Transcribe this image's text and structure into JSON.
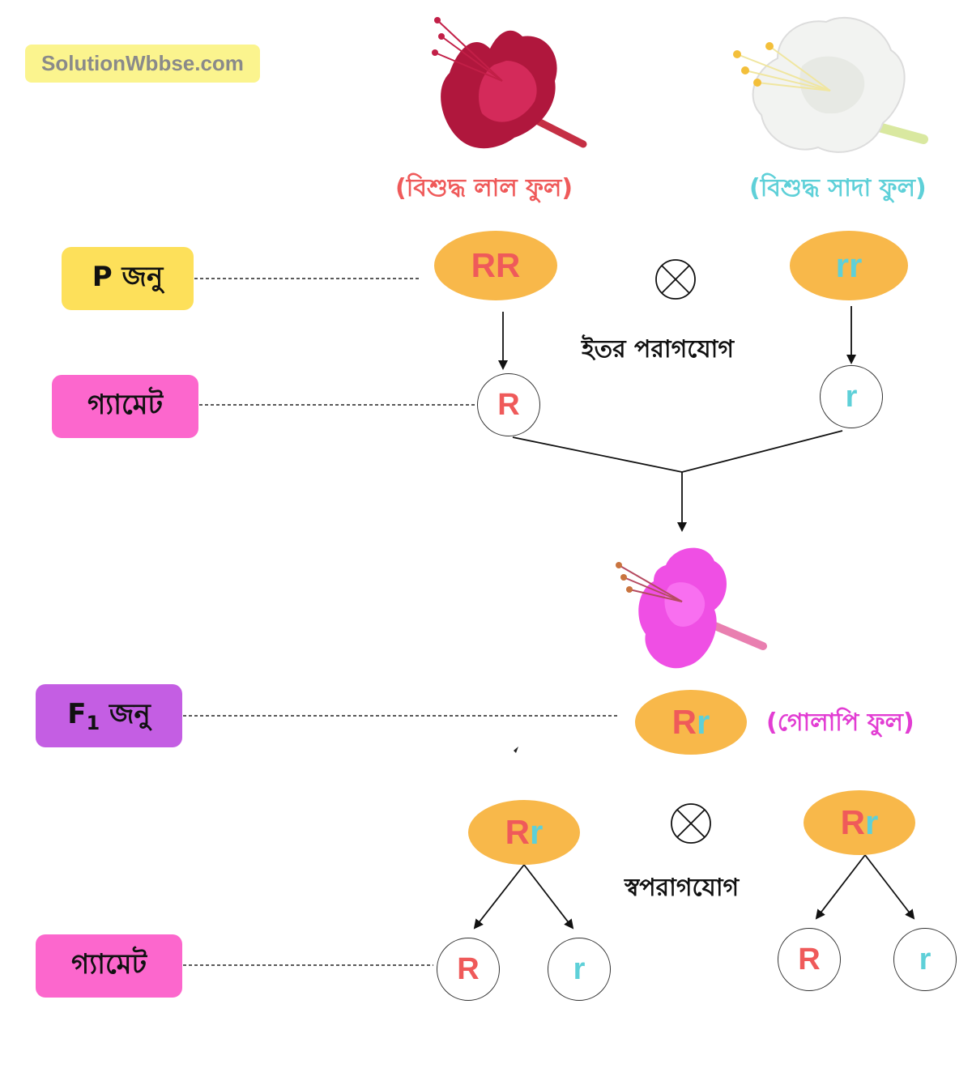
{
  "watermark": "SolutionWbbse.com",
  "parents": {
    "red_caption": "(বিশুদ্ধ লাল ফুল)",
    "white_caption": "(বিশুদ্ধ সাদা ফুল)",
    "red_genotype": [
      "R",
      "R"
    ],
    "white_genotype": [
      "r",
      "r"
    ]
  },
  "labels": {
    "p_generation": "P জনু",
    "gamete_1": "গ্যামেট",
    "f1_prefix": "F",
    "f1_sub": "1",
    "f1_suffix": " জনু",
    "gamete_2": "গ্যামেট"
  },
  "cross": {
    "cross_pollination": "ইতর পরাগযোগ",
    "self_pollination": "স্বপরাগযোগ"
  },
  "gametes_1": {
    "left": "R",
    "right": "r"
  },
  "f1": {
    "genotype": [
      "R",
      "r"
    ],
    "caption": "(গোলাপি ফুল)"
  },
  "f1_cross": {
    "left_genotype": [
      "R",
      "r"
    ],
    "right_genotype": [
      "R",
      "r"
    ]
  },
  "gametes_2": {
    "left_a": "R",
    "left_b": "r",
    "right_a": "R",
    "right_b": "r"
  },
  "colors": {
    "red_caption": "#ef5a5a",
    "white_caption": "#5ed0d8",
    "pink_caption": "#e23dd3",
    "oval": "#f8b84a",
    "p_box": "#fde05a",
    "gamete_box": "#fc67cd",
    "f1_box": "#c45ee3"
  }
}
